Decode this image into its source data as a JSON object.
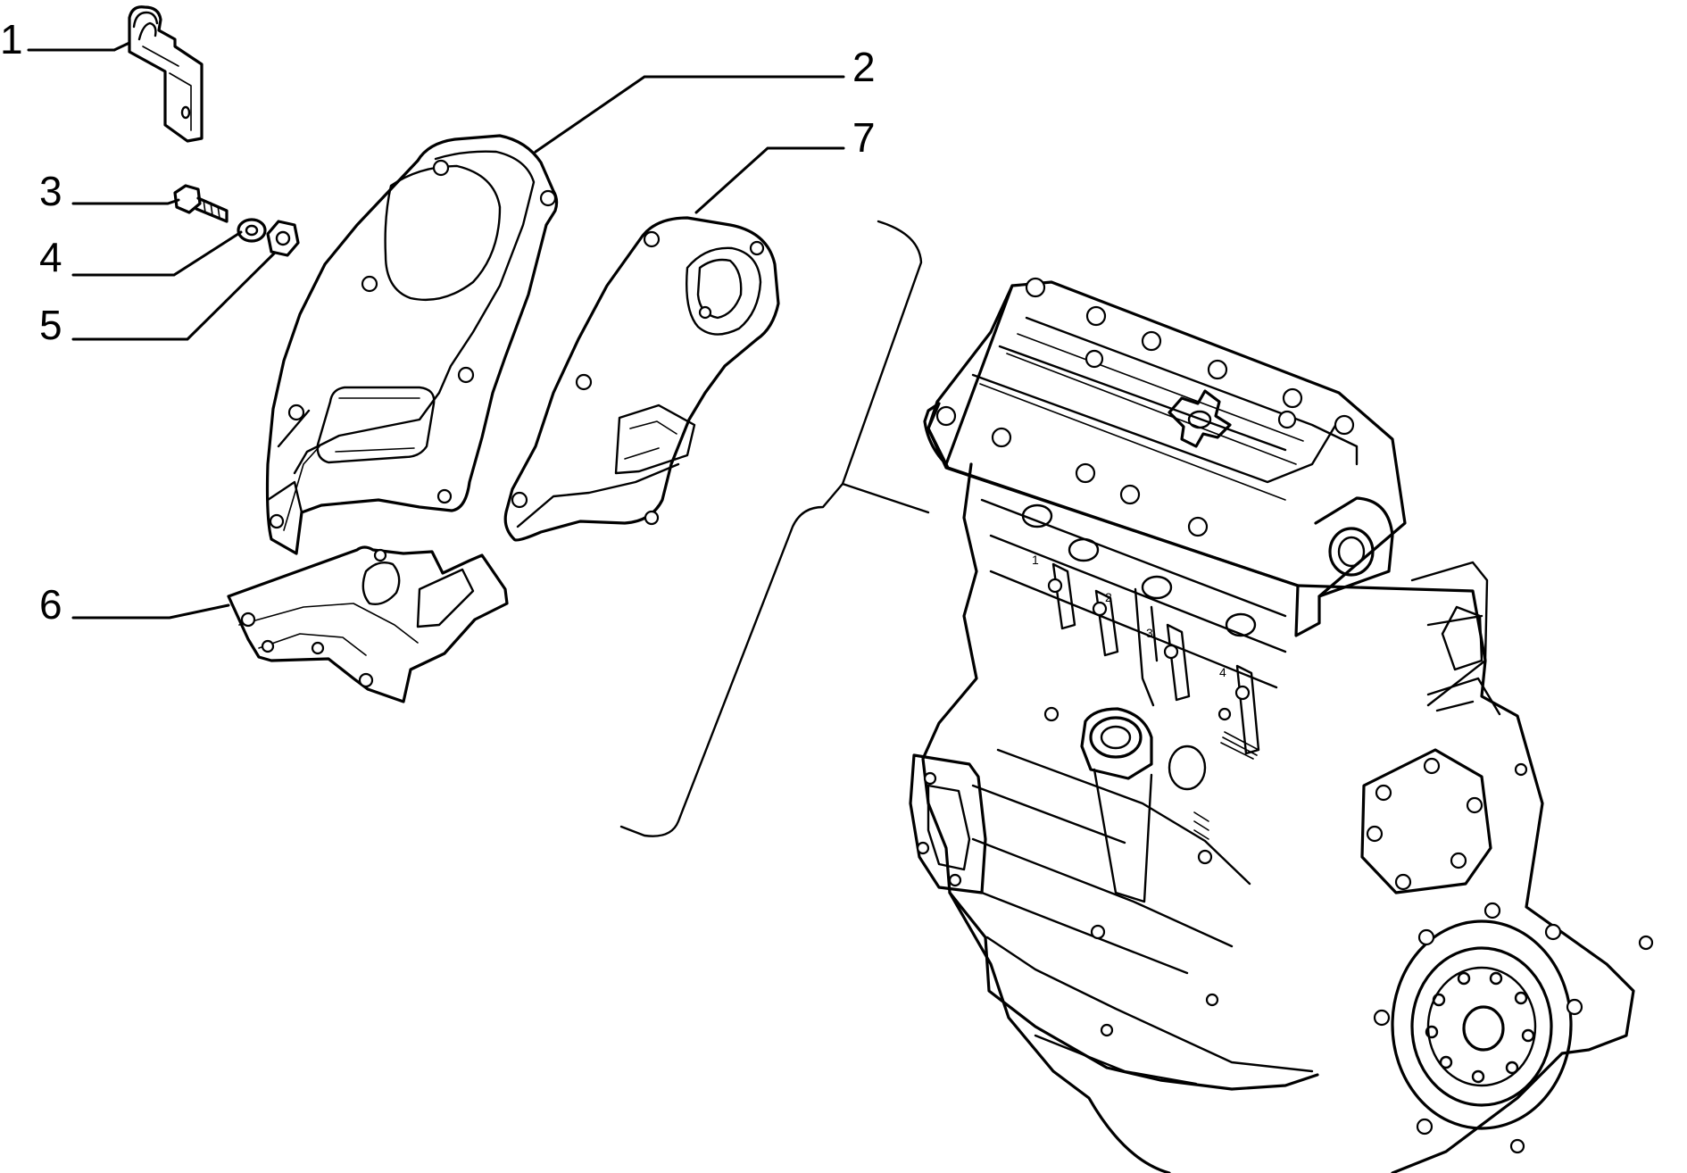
{
  "callouts": [
    {
      "id": "1",
      "label": "1"
    },
    {
      "id": "2",
      "label": "2"
    },
    {
      "id": "3",
      "label": "3"
    },
    {
      "id": "4",
      "label": "4"
    },
    {
      "id": "5",
      "label": "5"
    },
    {
      "id": "6",
      "label": "6"
    },
    {
      "id": "7",
      "label": "7"
    }
  ],
  "engine_markings": [
    "1",
    "2",
    "3",
    "4"
  ]
}
